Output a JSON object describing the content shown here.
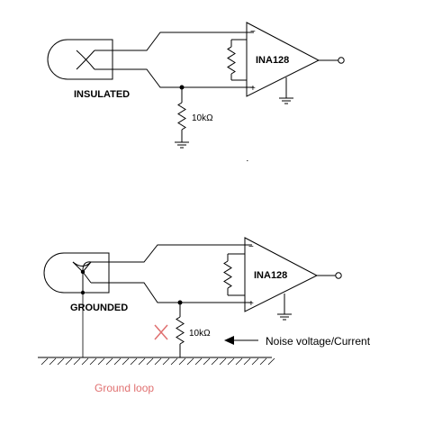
{
  "top_circuit": {
    "caption": "INSULATED",
    "amp_label": "INA128",
    "resistor_label": "10kΩ",
    "minus_sign": "−",
    "plus_sign": "+"
  },
  "bottom_circuit": {
    "caption": "GROUNDED",
    "amp_label": "INA128",
    "resistor_label": "10kΩ",
    "minus_sign": "−",
    "plus_sign": "+",
    "noise_label": "Noise voltage/Current",
    "ground_loop_label": "Ground loop"
  },
  "colors": {
    "ground_loop_text": "#e07070",
    "cross_mark": "#e07070",
    "line": "#000000"
  }
}
